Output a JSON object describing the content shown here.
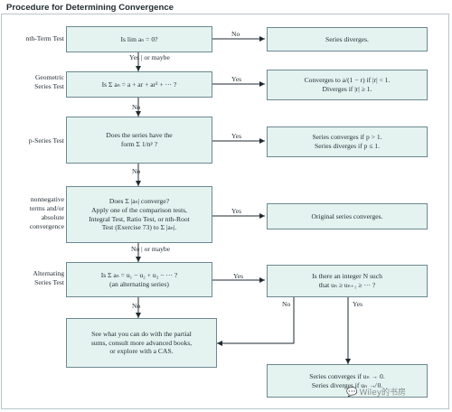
{
  "title": "Procedure for Determining Convergence",
  "rows": {
    "nth_term": [
      "nth-Term Test"
    ],
    "geometric": [
      "Geometric",
      "Series Test"
    ],
    "p_series": [
      "p-Series Test"
    ],
    "absolute": [
      "nonnegative",
      "terms and/or",
      "absolute",
      "convergence"
    ],
    "alternating": [
      "Alternating",
      "Series Test"
    ]
  },
  "boxes": {
    "nth_question": [
      "Is lim aₙ = 0?"
    ],
    "nth_result": [
      "Series diverges."
    ],
    "geo_question": [
      "Is Σ aₙ = a + ar + ar² + ··· ?"
    ],
    "geo_result": [
      "Converges to a/(1 − r) if |r| < 1.",
      "Diverges if |r| ≥ 1."
    ],
    "p_question": [
      "Does the series have the",
      "form Σ 1/nᵖ ?"
    ],
    "p_result": [
      "Series converges if p > 1.",
      "Series diverges if p ≤ 1."
    ],
    "abs_question": [
      "Does Σ |aₙ| converge?",
      "Apply one of the comparison tests,",
      "Integral Test, Ratio Test, or nth-Root",
      "Test (Exercise 73) to Σ |aₙ|."
    ],
    "abs_result": [
      "Original series converges."
    ],
    "alt_question": [
      "Is Σ aₙ = u₁ − u₂ + u₃ − ··· ?",
      "(an alternating series)"
    ],
    "alt_check": [
      "Is there an integer N such",
      "that uₙ ≥ uₙ₊₁ ≥ ··· ?"
    ],
    "fallback": [
      "See what you can do with the partial",
      "sums, consult more advanced books,",
      "or explore with a CAS."
    ],
    "alt_result": [
      "Series converges if uₙ → 0.",
      "Series diverges if uₙ ↛ 0."
    ]
  },
  "edges": {
    "no": "No",
    "yes": "Yes",
    "yes_or_maybe": "Yes | or maybe",
    "no_or_maybe": "No | or maybe"
  },
  "watermark": "Wiley的书房",
  "colors": {
    "box_fill": "#e4f3f0",
    "box_border": "#6d8890",
    "line": "#1f2a30",
    "frame": "#b9c5c8"
  }
}
